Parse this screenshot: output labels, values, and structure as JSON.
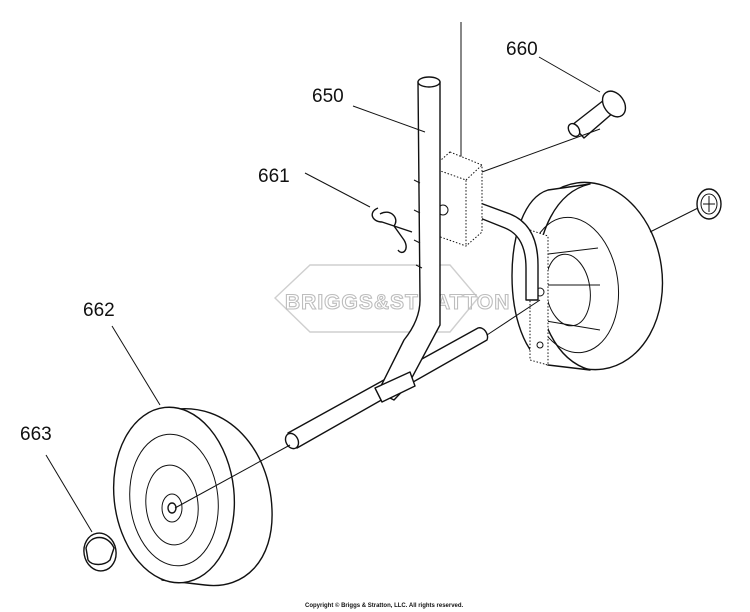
{
  "diagram": {
    "watermark": "BRIGGS&STRATTON",
    "copyright": "Copyright © Briggs & Stratton, LLC. All rights reserved.",
    "callouts": [
      {
        "id": "650",
        "label": "650",
        "part": "handle-tube"
      },
      {
        "id": "660",
        "label": "660",
        "part": "clevis-pin"
      },
      {
        "id": "661",
        "label": "661",
        "part": "hair-pin-clip"
      },
      {
        "id": "662",
        "label": "662",
        "part": "wheel-front"
      },
      {
        "id": "663",
        "label": "663",
        "part": "hub-cap-front"
      }
    ],
    "colors": {
      "line": "#111111",
      "watermark": "#bdbdbd",
      "background": "#ffffff"
    }
  }
}
